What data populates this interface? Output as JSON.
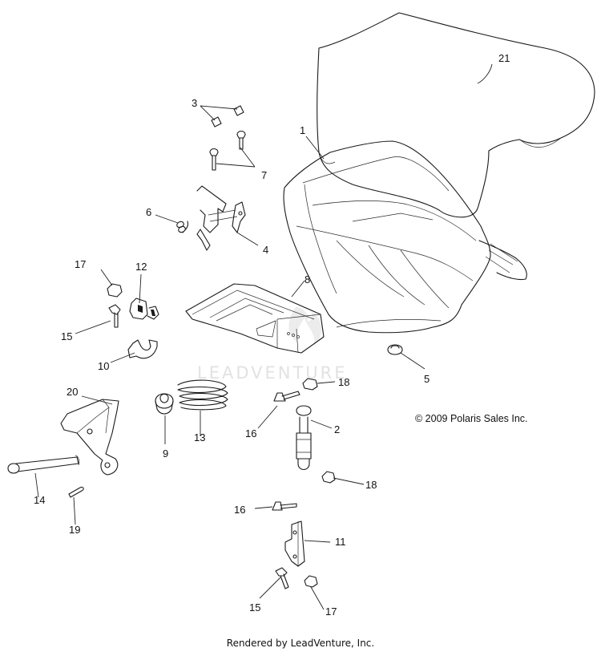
{
  "watermark": {
    "text": "LEADVENTURE"
  },
  "copyright": "© 2009 Polaris Sales Inc.",
  "footer": "Rendered by LeadVenture, Inc.",
  "callouts": [
    {
      "id": "1",
      "label": "1"
    },
    {
      "id": "2",
      "label": "2"
    },
    {
      "id": "3",
      "label": "3"
    },
    {
      "id": "4",
      "label": "4"
    },
    {
      "id": "5",
      "label": "5"
    },
    {
      "id": "6",
      "label": "6"
    },
    {
      "id": "7",
      "label": "7"
    },
    {
      "id": "8",
      "label": "8"
    },
    {
      "id": "9",
      "label": "9"
    },
    {
      "id": "10",
      "label": "10"
    },
    {
      "id": "11",
      "label": "11"
    },
    {
      "id": "12",
      "label": "12"
    },
    {
      "id": "13",
      "label": "13"
    },
    {
      "id": "14",
      "label": "14"
    },
    {
      "id": "15a",
      "label": "15"
    },
    {
      "id": "15b",
      "label": "15"
    },
    {
      "id": "16a",
      "label": "16"
    },
    {
      "id": "16b",
      "label": "16"
    },
    {
      "id": "17a",
      "label": "17"
    },
    {
      "id": "17b",
      "label": "17"
    },
    {
      "id": "18a",
      "label": "18"
    },
    {
      "id": "18b",
      "label": "18"
    },
    {
      "id": "19",
      "label": "19"
    },
    {
      "id": "20",
      "label": "20"
    },
    {
      "id": "21",
      "label": "21"
    }
  ]
}
